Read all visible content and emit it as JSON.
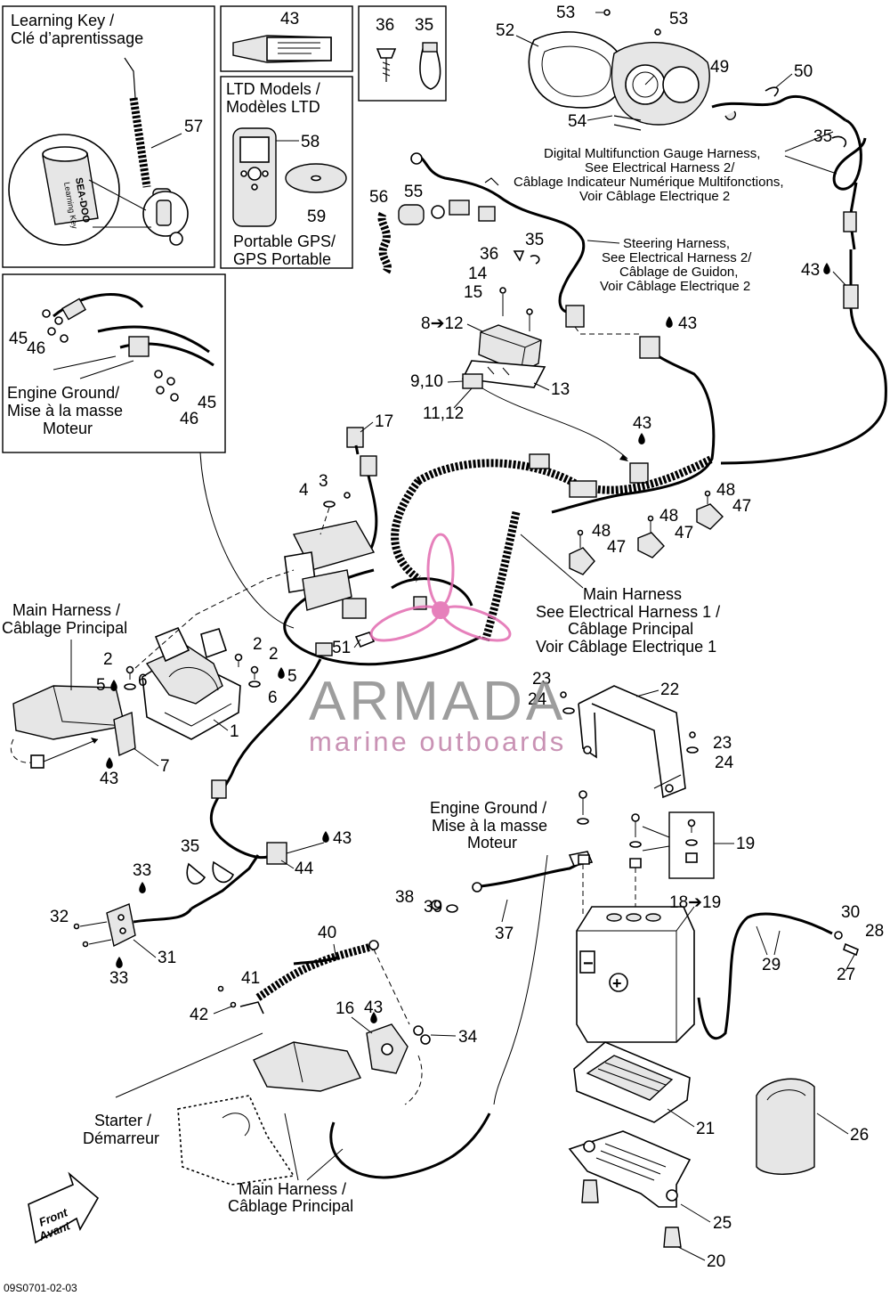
{
  "watermark": {
    "brand": "ARMADA",
    "tagline": "marine outboards",
    "colors": {
      "brand": "#8c8c8c",
      "tagline": "#c080a8",
      "logo": "#e26bb0"
    }
  },
  "reference_code": "09S0701-02-03",
  "front_arrow": {
    "line1": "Front",
    "line2": "Avant"
  },
  "inset_boxes": {
    "learning_key": {
      "line1": "Learning Key /",
      "line2": "Clé d’aprentissage",
      "part": "57",
      "key_brand": "SEA-DOO",
      "key_text": "Learning Key"
    },
    "grease_tube": {
      "part": "43"
    },
    "clips": {
      "parts": [
        "36",
        "35"
      ]
    },
    "ltd_models": {
      "line1": "LTD Models /",
      "line2": "Modèles LTD",
      "footer1": "Portable GPS/",
      "footer2": "GPS Portable",
      "parts": [
        "58",
        "59"
      ]
    },
    "engine_ground_top": {
      "line1": "Engine Ground/",
      "line2": "Mise à la masse",
      "line3": "Moteur",
      "parts": [
        "45",
        "46",
        "45",
        "46"
      ]
    }
  },
  "callouts": {
    "gauge_harness": [
      "Digital Multifunction Gauge Harness,",
      "See Electrical Harness 2/",
      "Câblage Indicateur Numérique Multifonctions,",
      "Voir Câblage Electrique 2"
    ],
    "steering_harness": [
      "Steering Harness,",
      "See Electrical Harness 2/",
      "Câblage de Guidon,",
      "Voir Câblage Electrique 2"
    ],
    "main_harness_center": [
      "Main Harness",
      "See Electrical Harness 1 /",
      "Câblage Principal",
      "Voir Câblage Electrique 1"
    ],
    "main_harness_left": [
      "Main Harness /",
      "Câblage Principal"
    ],
    "engine_ground_mid": [
      "Engine Ground /",
      "Mise à la masse",
      "Moteur"
    ],
    "starter": [
      "Starter /",
      "Démarreur"
    ],
    "main_harness_bottom": [
      "Main Harness /",
      "Câblage Principal"
    ]
  },
  "part_numbers": {
    "p53a": "53",
    "p53b": "53",
    "p52": "52",
    "p49": "49",
    "p50": "50",
    "p54": "54",
    "p35a": "35",
    "p56": "56",
    "p55": "55",
    "p36": "36",
    "p35b": "35",
    "p14": "14",
    "p15": "15",
    "p8": "8➔12",
    "p43a": "43",
    "p43b": "43",
    "p9": "9,10",
    "p13": "13",
    "p11": "11,12",
    "p43c": "43",
    "p17": "17",
    "p4": "4",
    "p3": "3",
    "p48a": "48",
    "p47a": "47",
    "p48b": "48",
    "p47b": "47",
    "p48c": "48",
    "p47c": "47",
    "p51": "51",
    "p2a": "2",
    "p5a": "5",
    "p6a": "6",
    "p2b": "2",
    "p2c": "2",
    "p5b": "5",
    "p6b": "6",
    "p1": "1",
    "p7": "7",
    "p43d": "43",
    "p23a": "23",
    "p24a": "24",
    "p22": "22",
    "p23b": "23",
    "p24b": "24",
    "p35c": "35",
    "p43e": "43",
    "p44": "44",
    "p33a": "33",
    "p32": "32",
    "p31": "31",
    "p33b": "33",
    "p19": "19",
    "p38": "38",
    "p39": "39",
    "p37": "37",
    "p18": "18➔19",
    "p30": "30",
    "p28": "28",
    "p27": "27",
    "p29": "29",
    "p40": "40",
    "p41": "41",
    "p42": "42",
    "p16": "16",
    "p43f": "43",
    "p34": "34",
    "p21": "21",
    "p26": "26",
    "p25": "25",
    "p20": "20"
  }
}
